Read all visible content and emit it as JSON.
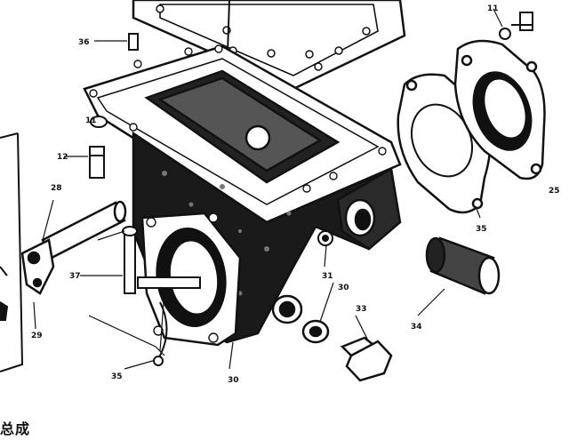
{
  "callouts": {
    "c11_top": "11",
    "c36": "36",
    "c11_left": "11",
    "c12": "12",
    "c28": "28",
    "c37": "37",
    "c29": "29",
    "c35_bottom": "35",
    "c30": "30",
    "c31": "31",
    "c30b": "30",
    "c33": "33",
    "c34": "34",
    "c35_right": "35",
    "c25": "25"
  },
  "caption": "总成",
  "colors": {
    "ink": "#111111",
    "paper": "#ffffff"
  }
}
